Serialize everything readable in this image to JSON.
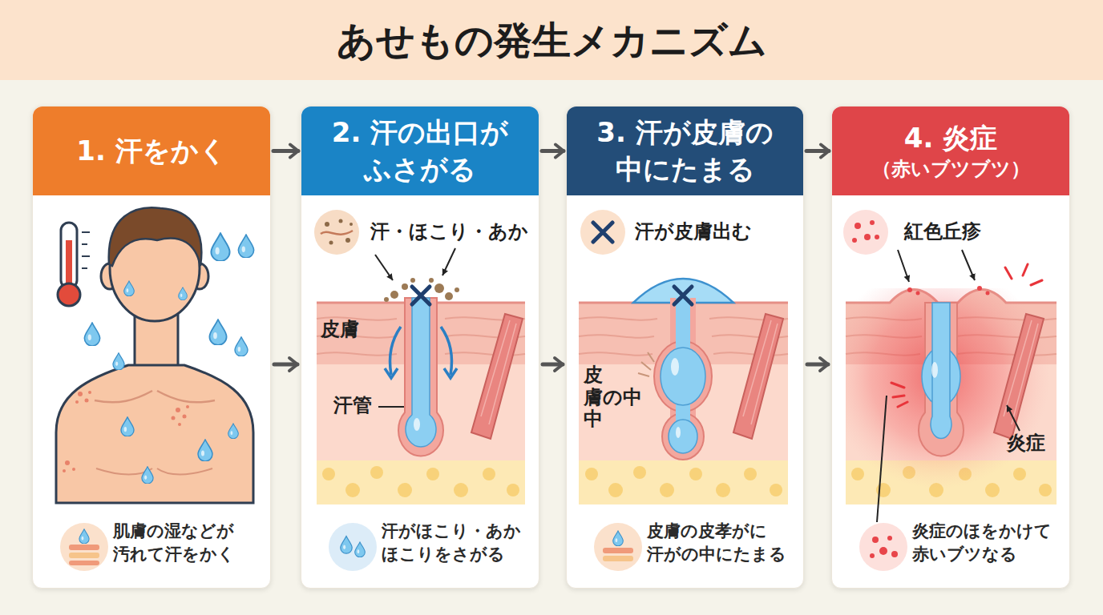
{
  "diagram": {
    "title": "あせもの発生メカニズム",
    "nodes": [
      {
        "text": [
          "肌膚の湿などが 汚れて汗をかく"
        ]
      },
      {
        "text": [
          "1. 汗をかく"
        ],
        "in": 0
      },
      {
        "text": [
          "汗がほこり・あか ほこりをさがる"
        ]
      },
      {
        "text": [
          "2. 汗の出口が ふさがる"
        ],
        "in": 2
      },
      {
        "text": [
          "皮膚の皮孝がに 汗がの中にたまる"
        ]
      },
      {
        "text": [
          "3. 汗が皮膚の 中にたまる"
        ],
        "in": 4
      },
      {
        "text": [
          "炎症のほをかけて 赤いブツなる"
        ]
      },
      {
        "text": [
          "4. 炎症",
          "（赤いブツブツ）"
        ],
        "in": 6
      }
    ],
    "edges": [
      {
        "from": 1,
        "to": 3,
        "arrow": "to"
      },
      {
        "from": 0,
        "to": 2,
        "arrow": "to"
      },
      {
        "from": 3,
        "to": 5,
        "arrow": "to"
      },
      {
        "from": 2,
        "to": 4,
        "arrow": "to"
      },
      {
        "from": 5,
        "to": 7,
        "arrow": "to"
      },
      {
        "from": 4,
        "to": 6,
        "arrow": "to"
      }
    ],
    "labels": [
      "汗・ほこり・あか",
      "皮膚",
      "汗管",
      "汗が皮膚出む",
      "皮 膚の中 中",
      "紅色丘疹",
      "炎症"
    ]
  }
}
